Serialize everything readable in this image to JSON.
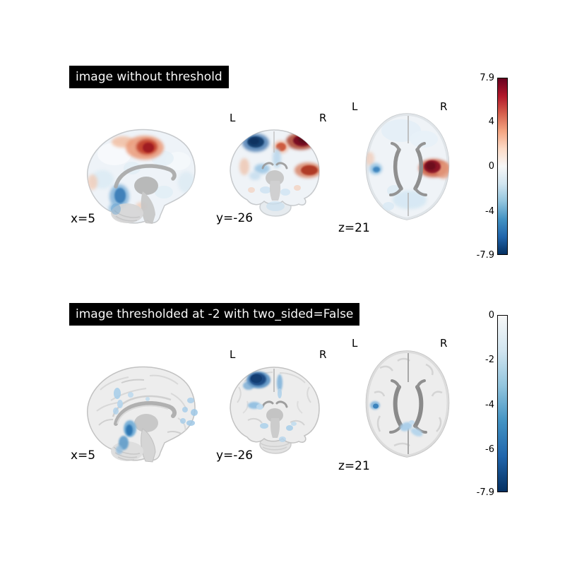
{
  "rows": [
    {
      "title": "image without threshold",
      "slices": {
        "sagittal_label": "x=5",
        "coronal_label": "y=-26",
        "axial_label": "z=21"
      },
      "markers": {
        "coronal_left": "L",
        "coronal_right": "R",
        "axial_left": "L",
        "axial_right": "R"
      },
      "colorbar": {
        "ticks": [
          "7.9",
          "4",
          "0",
          "-4",
          "-7.9"
        ],
        "vmax": 7.9,
        "vmin": -7.9,
        "colors": {
          "max": "#67001f",
          "mid": "#f7f7f7",
          "min": "#053061"
        }
      }
    },
    {
      "title": "image thresholded at -2 with two_sided=False",
      "slices": {
        "sagittal_label": "x=5",
        "coronal_label": "y=-26",
        "axial_label": "z=21"
      },
      "markers": {
        "coronal_left": "L",
        "coronal_right": "R",
        "axial_left": "L",
        "axial_right": "R"
      },
      "colorbar": {
        "ticks": [
          "0",
          "-2",
          "-4",
          "-6",
          "-7.9"
        ],
        "vmax": 0,
        "vmin": -7.9,
        "colors": {
          "max": "#f7f7f7",
          "min": "#053061"
        }
      }
    }
  ],
  "chart_data": [
    {
      "type": "heatmap",
      "title": "image without threshold",
      "views": [
        {
          "plane": "sagittal",
          "cut_coordinate": "x=5"
        },
        {
          "plane": "coronal",
          "cut_coordinate": "y=-26",
          "orientation_labels": [
            "L",
            "R"
          ]
        },
        {
          "plane": "axial",
          "cut_coordinate": "z=21",
          "orientation_labels": [
            "L",
            "R"
          ]
        }
      ],
      "colorbar": {
        "orientation": "vertical",
        "vmin": -7.9,
        "vmax": 7.9,
        "ticks": [
          7.9,
          4,
          0,
          -4,
          -7.9
        ],
        "colormap": "diverging dark-red / white / dark-blue"
      },
      "clusters": {
        "positive_red": [
          "medial superior frontal / paracentral (sagittal, strong)",
          "right superior frontal (coronal, very dark red)",
          "right lateral temporal-insular (coronal)",
          "right putamen / insular region (axial, strong)"
        ],
        "negative_blue": [
          "left superior frontal (coronal, very dark blue)",
          "midbrain / upper brainstem region (sagittal)",
          "left insular region (axial, small)"
        ]
      }
    },
    {
      "type": "heatmap",
      "title": "image thresholded at -2 with two_sided=False",
      "threshold": -2,
      "two_sided": false,
      "views": [
        {
          "plane": "sagittal",
          "cut_coordinate": "x=5"
        },
        {
          "plane": "coronal",
          "cut_coordinate": "y=-26",
          "orientation_labels": [
            "L",
            "R"
          ]
        },
        {
          "plane": "axial",
          "cut_coordinate": "z=21",
          "orientation_labels": [
            "L",
            "R"
          ]
        }
      ],
      "colorbar": {
        "orientation": "vertical",
        "vmin": -7.9,
        "vmax": 0,
        "ticks": [
          0,
          -2,
          -4,
          -6,
          -7.9
        ],
        "colormap": "white to dark-blue"
      },
      "clusters": {
        "negative_blue": [
          "left superior frontal (coronal, strong dark blue)",
          "midbrain / upper brainstem (sagittal, strong)",
          "left insular (axial, small)",
          "posterior cingulate / precuneus patches (axial, light)",
          "medial frontal patches (sagittal, light)"
        ]
      }
    }
  ]
}
